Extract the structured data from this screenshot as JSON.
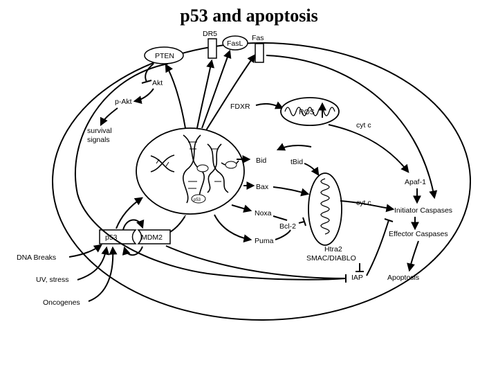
{
  "title": "p53 and apoptosis",
  "labels": {
    "dr5": "DR5",
    "fasl": "FasL",
    "fas": "Fas",
    "pten": "PTEN",
    "akt": "Akt",
    "p_akt": "p-Akt",
    "survival_signals": [
      "survival",
      "signals"
    ],
    "fdxr": "FDXR",
    "ros": "ROS",
    "cytc_top": "cyt c",
    "bid": "Bid",
    "tbid": "tBid",
    "bax": "Bax",
    "noxa": "Noxa",
    "bcl2": "Bcl-2",
    "puma": "Puma",
    "apaf1": "Apaf-1",
    "cytc_mid": "cyt c",
    "initiator_caspases": "Initiator Caspases",
    "effector_caspases": "Effector Caspases",
    "apoptosis": "Apoptosis",
    "htra2": "Htra2",
    "smac_diablo": "SMAC/DIABLO",
    "iap": "IAP",
    "p53": "p53",
    "mdm2": "MDM2",
    "dna_breaks": "DNA Breaks",
    "uv_stress": "UV, stress",
    "oncogenes": "Oncogenes",
    "dna_p53_tag": "p53"
  }
}
